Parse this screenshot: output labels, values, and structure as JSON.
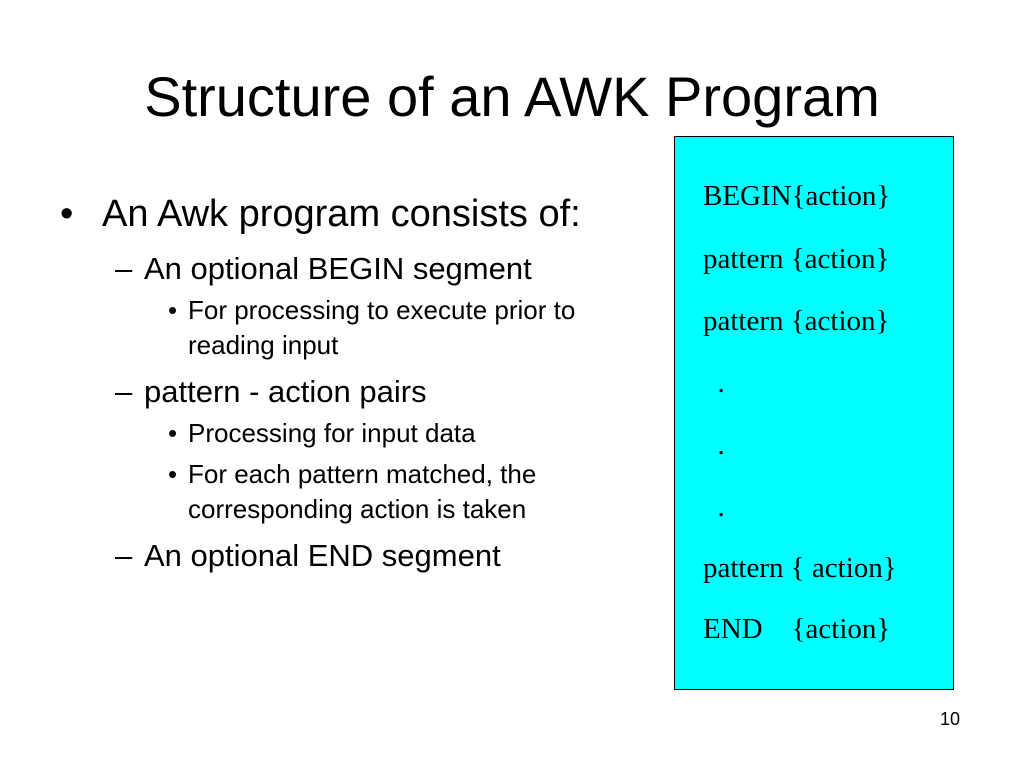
{
  "slide": {
    "title": "Structure of an AWK Program",
    "page_number": "10"
  },
  "bullets": {
    "main": {
      "mark": "•",
      "text": "An Awk program consists of:"
    },
    "begin": {
      "mark": "–",
      "text": "An optional BEGIN segment",
      "sub": [
        {
          "mark": "•",
          "text": "For processing to execute prior to reading input"
        }
      ]
    },
    "pattern": {
      "mark": "–",
      "text": "pattern - action pairs",
      "sub": [
        {
          "mark": "•",
          "text": "Processing for input data"
        },
        {
          "mark": "•",
          "text": "For each pattern matched, the corresponding action is taken"
        }
      ]
    },
    "end": {
      "mark": "–",
      "text": "An optional END segment"
    }
  },
  "code_box": {
    "background": "#00ffff",
    "lines": [
      "BEGIN{action}",
      "pattern {action}",
      "pattern {action}",
      "  .",
      "  .",
      "  .",
      "pattern { action}",
      "END    {action}"
    ]
  }
}
